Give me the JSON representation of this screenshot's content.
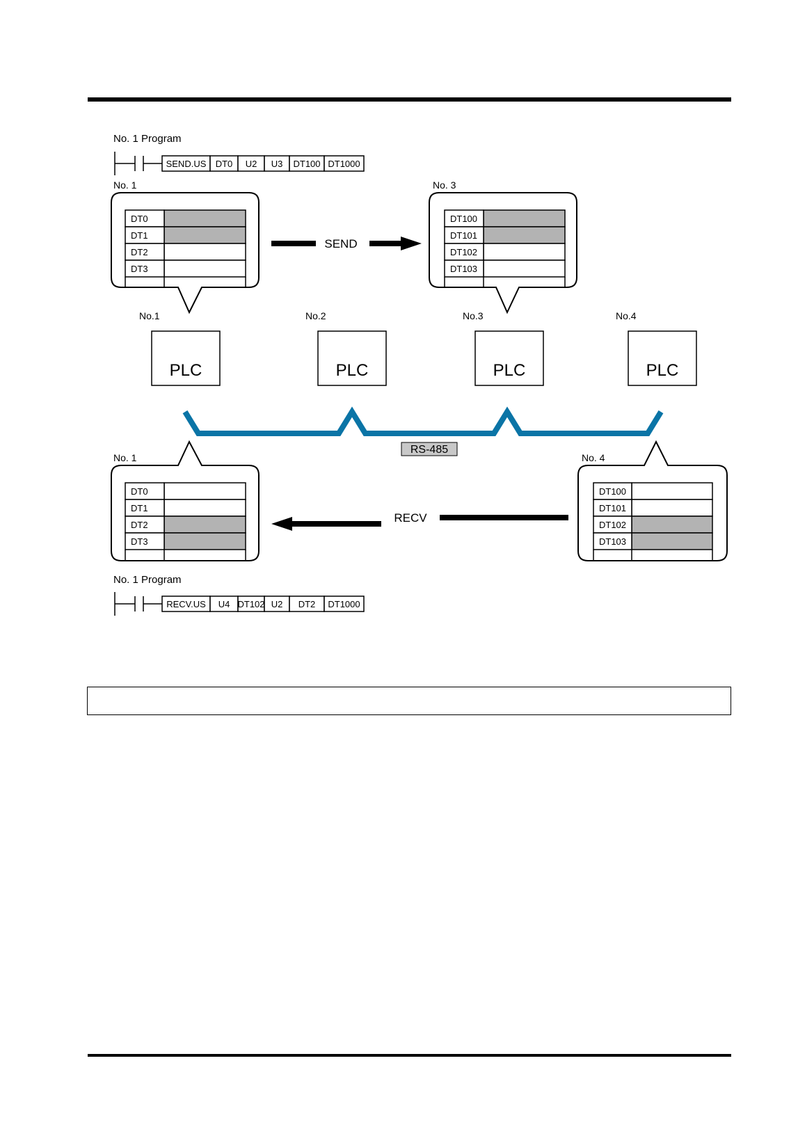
{
  "send_program": {
    "title": "No. 1 Program",
    "instruction": [
      "SEND.US",
      "DT0",
      "U2",
      "U3",
      "DT100",
      "DT1000"
    ]
  },
  "recv_program": {
    "title": "No. 1 Program",
    "instruction": [
      "RECV.US",
      "U4",
      "DT102",
      "U2",
      "DT2",
      "DT1000"
    ]
  },
  "memory_blocks": [
    {
      "station": "No. 1",
      "rows": [
        "DT0",
        "DT1",
        "DT2",
        "DT3"
      ],
      "highlighted": [
        true,
        true,
        false,
        false
      ]
    },
    {
      "station": "No. 3",
      "rows": [
        "DT100",
        "DT101",
        "DT102",
        "DT103"
      ],
      "highlighted": [
        true,
        true,
        false,
        false
      ]
    },
    {
      "station": "No. 1",
      "rows": [
        "DT0",
        "DT1",
        "DT2",
        "DT3"
      ],
      "highlighted": [
        false,
        false,
        true,
        true
      ]
    },
    {
      "station": "No. 4",
      "rows": [
        "DT100",
        "DT101",
        "DT102",
        "DT103"
      ],
      "highlighted": [
        false,
        false,
        true,
        true
      ]
    }
  ],
  "arrows": {
    "send": "SEND",
    "recv": "RECV"
  },
  "plcs": [
    {
      "number": "No.1",
      "label": "PLC"
    },
    {
      "number": "No.2",
      "label": "PLC"
    },
    {
      "number": "No.3",
      "label": "PLC"
    },
    {
      "number": "No.4",
      "label": "PLC"
    }
  ],
  "bus": {
    "label": "RS-485",
    "color": "#0a74a6"
  },
  "colors": {
    "highlight": "#b3b3b3",
    "bus_label_bg": "#c8c8c8"
  }
}
